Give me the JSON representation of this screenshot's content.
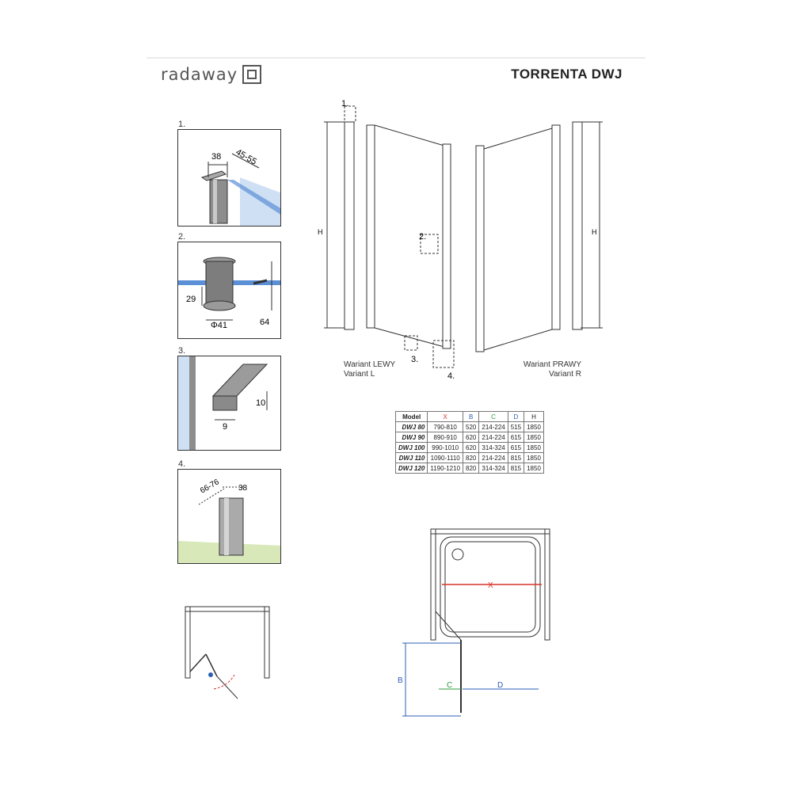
{
  "header": {
    "brand": "radaway",
    "title": "TORRENTA DWJ"
  },
  "details": {
    "d1": {
      "number": "1.",
      "dim_a": "38",
      "dim_b": "45-55"
    },
    "d2": {
      "number": "2.",
      "dim_height": "29",
      "dim_diameter": "Φ41",
      "dim_total": "64"
    },
    "d3": {
      "number": "3.",
      "dim_width": "9",
      "dim_height": "10"
    },
    "d4": {
      "number": "4.",
      "dim_a": "66-76",
      "dim_b": "38"
    }
  },
  "elevation": {
    "callout_1": "1.",
    "callout_2": "2.",
    "callout_3": "3.",
    "callout_4": "4.",
    "h_left": "H",
    "h_right": "H",
    "variant_left_line1": "Wariant LEWY",
    "variant_left_line2": "Variant L",
    "variant_right_line1": "Wariant PRAWY",
    "variant_right_line2": "Variant R"
  },
  "table": {
    "headers": [
      "Model",
      "X",
      "B",
      "C",
      "D",
      "H"
    ],
    "header_colors": [
      "#222222",
      "#d9342b",
      "#2b5fb4",
      "#2e9a3e",
      "#2b5fb4",
      "#222222"
    ],
    "rows": [
      [
        "DWJ 80",
        "790-810",
        "520",
        "214-224",
        "515",
        "1850"
      ],
      [
        "DWJ 90",
        "890-910",
        "620",
        "214-224",
        "615",
        "1850"
      ],
      [
        "DWJ 100",
        "990-1010",
        "620",
        "314-324",
        "615",
        "1850"
      ],
      [
        "DWJ 110",
        "1090-1110",
        "820",
        "214-224",
        "815",
        "1850"
      ],
      [
        "DWJ 120",
        "1190-1210",
        "820",
        "314-324",
        "815",
        "1850"
      ]
    ]
  },
  "plan": {
    "label_x": "X",
    "label_b": "B",
    "label_c": "C",
    "label_d": "D"
  },
  "colors": {
    "x": "#d9342b",
    "b": "#2b5fb4",
    "c": "#2e9a3e",
    "d": "#2b5fb4",
    "glass": "#5b8fd6",
    "floor": "#d8e8b8"
  }
}
